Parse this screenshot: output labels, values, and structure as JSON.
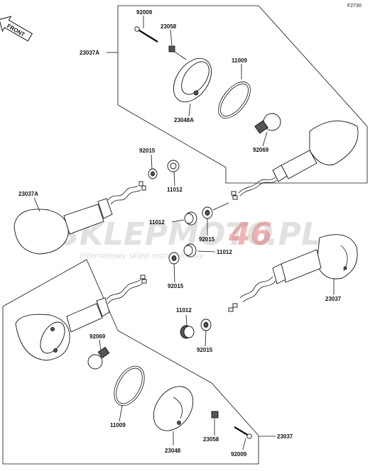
{
  "figure_code": "F2730",
  "front_label": "FRONT",
  "watermark": {
    "brand_a": "SKLEPMOTO",
    "brand_b": "46",
    "brand_c": ".PL",
    "tagline": "internetowy sklep motocyklowy"
  },
  "callouts": {
    "top_92009": "92009",
    "top_23058": "23058",
    "top_23037A": "23037A",
    "top_11009": "11009",
    "top_23048A": "23048A",
    "top_92069": "92069",
    "mid_92015": "92015",
    "mid_11012": "11012",
    "left_23037A": "23037A",
    "c_11012": "11012",
    "c_92015": "92015",
    "c_11012b": "11012",
    "c_92015b": "92015",
    "r_23037": "23037",
    "lo_11012": "11012",
    "lo_92015": "92015",
    "lo_92069": "92069",
    "lo_11009": "11009",
    "lo_23048": "23048",
    "lo_23058": "23058",
    "lo_23037": "23037",
    "lo_92009": "92009"
  }
}
